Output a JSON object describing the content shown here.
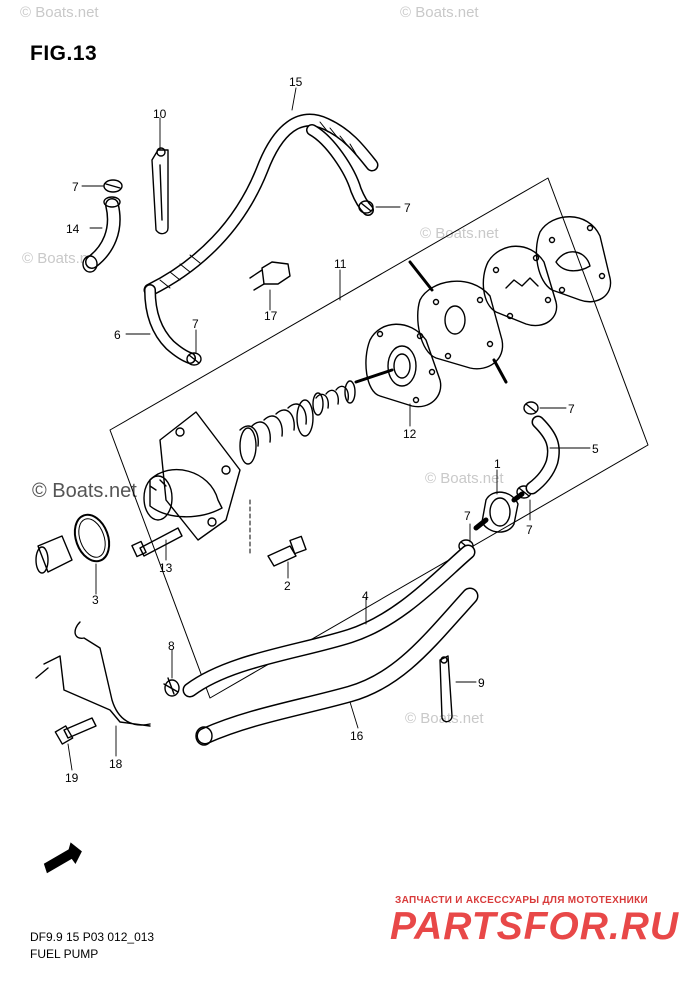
{
  "figure": {
    "title": "FIG.13"
  },
  "footer": {
    "model_code": "DF9.9 15 P03 012_013",
    "name": "FUEL PUMP"
  },
  "watermarks": {
    "small": "© Boats.net",
    "large": "© Boats.net"
  },
  "brand": {
    "tagline": "ЗАПЧАСТИ И АКСЕССУАРЫ ДЛЯ МОТОТЕХНИКИ",
    "logo": "PARTSFOR.RU"
  },
  "callouts": [
    {
      "id": "c1",
      "label": "1"
    },
    {
      "id": "c2",
      "label": "2"
    },
    {
      "id": "c3",
      "label": "3"
    },
    {
      "id": "c4",
      "label": "4"
    },
    {
      "id": "c5",
      "label": "5"
    },
    {
      "id": "c6",
      "label": "6"
    },
    {
      "id": "c7a",
      "label": "7"
    },
    {
      "id": "c7b",
      "label": "7"
    },
    {
      "id": "c7c",
      "label": "7"
    },
    {
      "id": "c7d",
      "label": "7"
    },
    {
      "id": "c7e",
      "label": "7"
    },
    {
      "id": "c7f",
      "label": "7"
    },
    {
      "id": "c8",
      "label": "8"
    },
    {
      "id": "c9",
      "label": "9"
    },
    {
      "id": "c10",
      "label": "10"
    },
    {
      "id": "c11",
      "label": "11"
    },
    {
      "id": "c12",
      "label": "12"
    },
    {
      "id": "c13",
      "label": "13"
    },
    {
      "id": "c14",
      "label": "14"
    },
    {
      "id": "c15",
      "label": "15"
    },
    {
      "id": "c16",
      "label": "16"
    },
    {
      "id": "c17",
      "label": "17"
    },
    {
      "id": "c18",
      "label": "18"
    },
    {
      "id": "c19",
      "label": "19"
    }
  ],
  "icons": {
    "forward": "fwd-arrow-icon"
  }
}
